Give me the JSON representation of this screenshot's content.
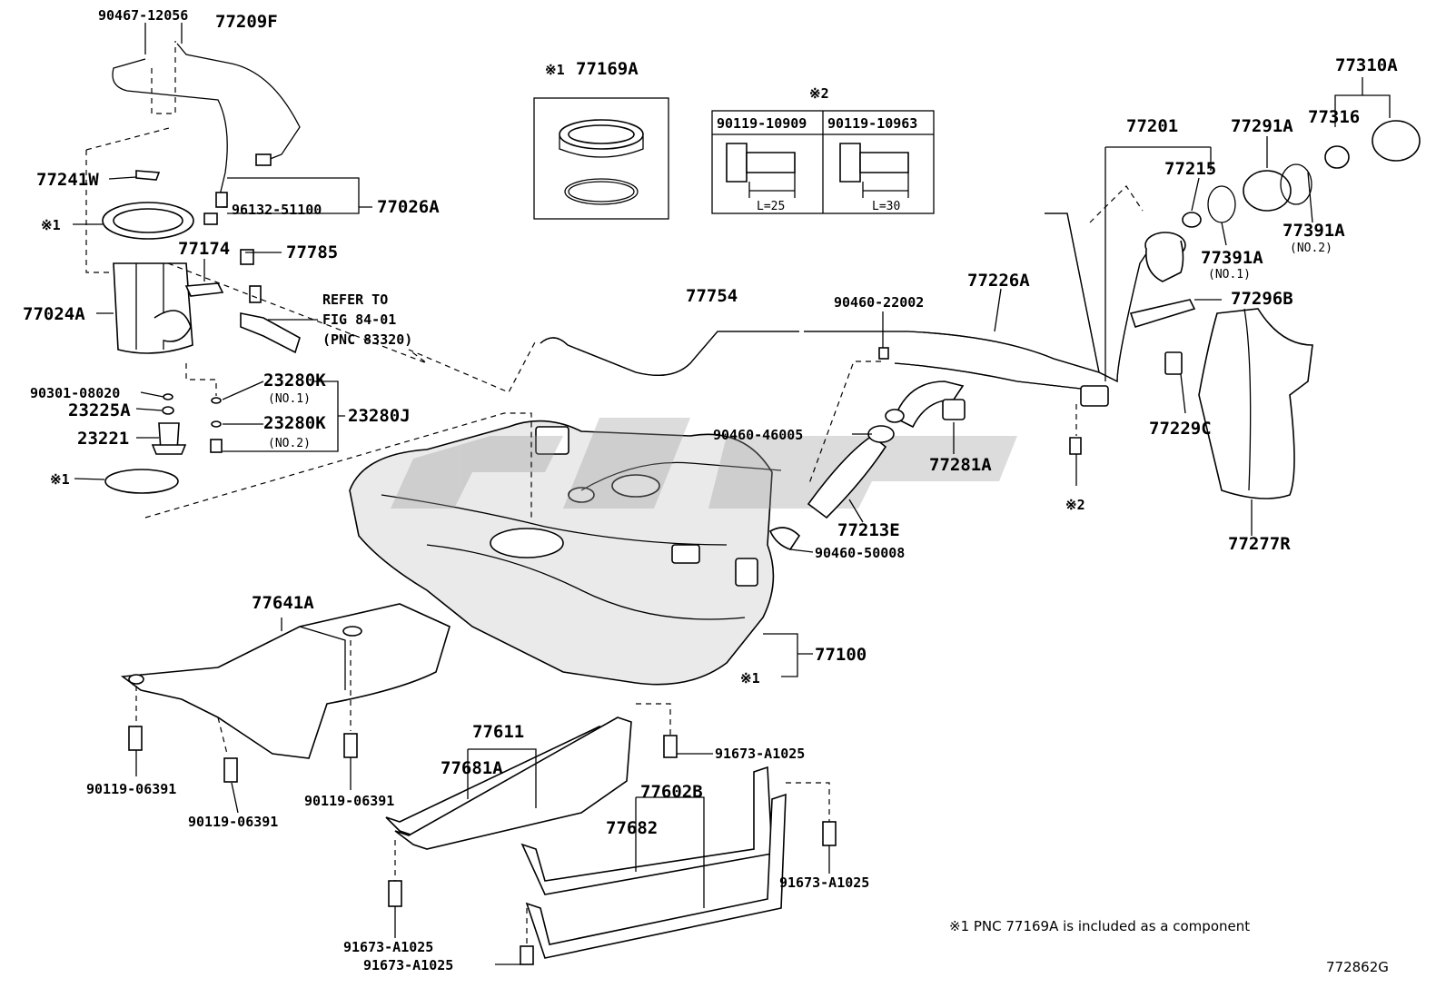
{
  "labels": {
    "p9046712056": "90467-12056",
    "p77209F": "77209F",
    "p77241W": "77241W",
    "m1a": "※1",
    "p96132": "96132-51100",
    "p77026A": "77026A",
    "p77174": "77174",
    "p77785": "77785",
    "refer1": "REFER TO",
    "refer2": "FIG 84-01",
    "refer3": "(PNC 83320)",
    "p77024A": "77024A",
    "p90301": "90301-08020",
    "p23225A": "23225A",
    "p23221": "23221",
    "p23280K1": "23280K",
    "no1a": "(NO.1)",
    "p23280K2": "23280K",
    "no2a": "(NO.2)",
    "p23280J": "23280J",
    "m1b": "※1",
    "box1_mark": "※1",
    "box1_part": "77169A",
    "m2a": "※2",
    "box2_left": "90119-10909",
    "box2_right": "90119-10963",
    "box2_left_len": "L=25",
    "box2_right_len": "L=30",
    "p77754": "77754",
    "p9046022002": "90460-22002",
    "p77226A": "77226A",
    "p77201": "77201",
    "p77215": "77215",
    "p77291A": "77291A",
    "p77310A": "77310A",
    "p77316": "77316",
    "p77391A1": "77391A",
    "no1b": "(NO.1)",
    "p77391A2": "77391A",
    "no2b": "(NO.2)",
    "p77296B": "77296B",
    "p77229C": "77229C",
    "p9046046005": "90460-46005",
    "p77281A": "77281A",
    "m2b": "※2",
    "p77213E": "77213E",
    "p9046050008": "90460-50008",
    "p77277R": "77277R",
    "p77641A": "77641A",
    "p77100": "77100",
    "m1c": "※1",
    "p77611": "77611",
    "p77681A": "77681A",
    "p91673a": "91673-A1025",
    "p77602B": "77602B",
    "p77682": "77682",
    "p90119a": "90119-06391",
    "p90119b": "90119-06391",
    "p90119c": "90119-06391",
    "p91673b": "91673-A1025",
    "p91673c": "91673-A1025",
    "p91673d": "91673-A1025",
    "footnote": "※1 PNC 77169A is included as a component",
    "figcode": "772862G"
  }
}
